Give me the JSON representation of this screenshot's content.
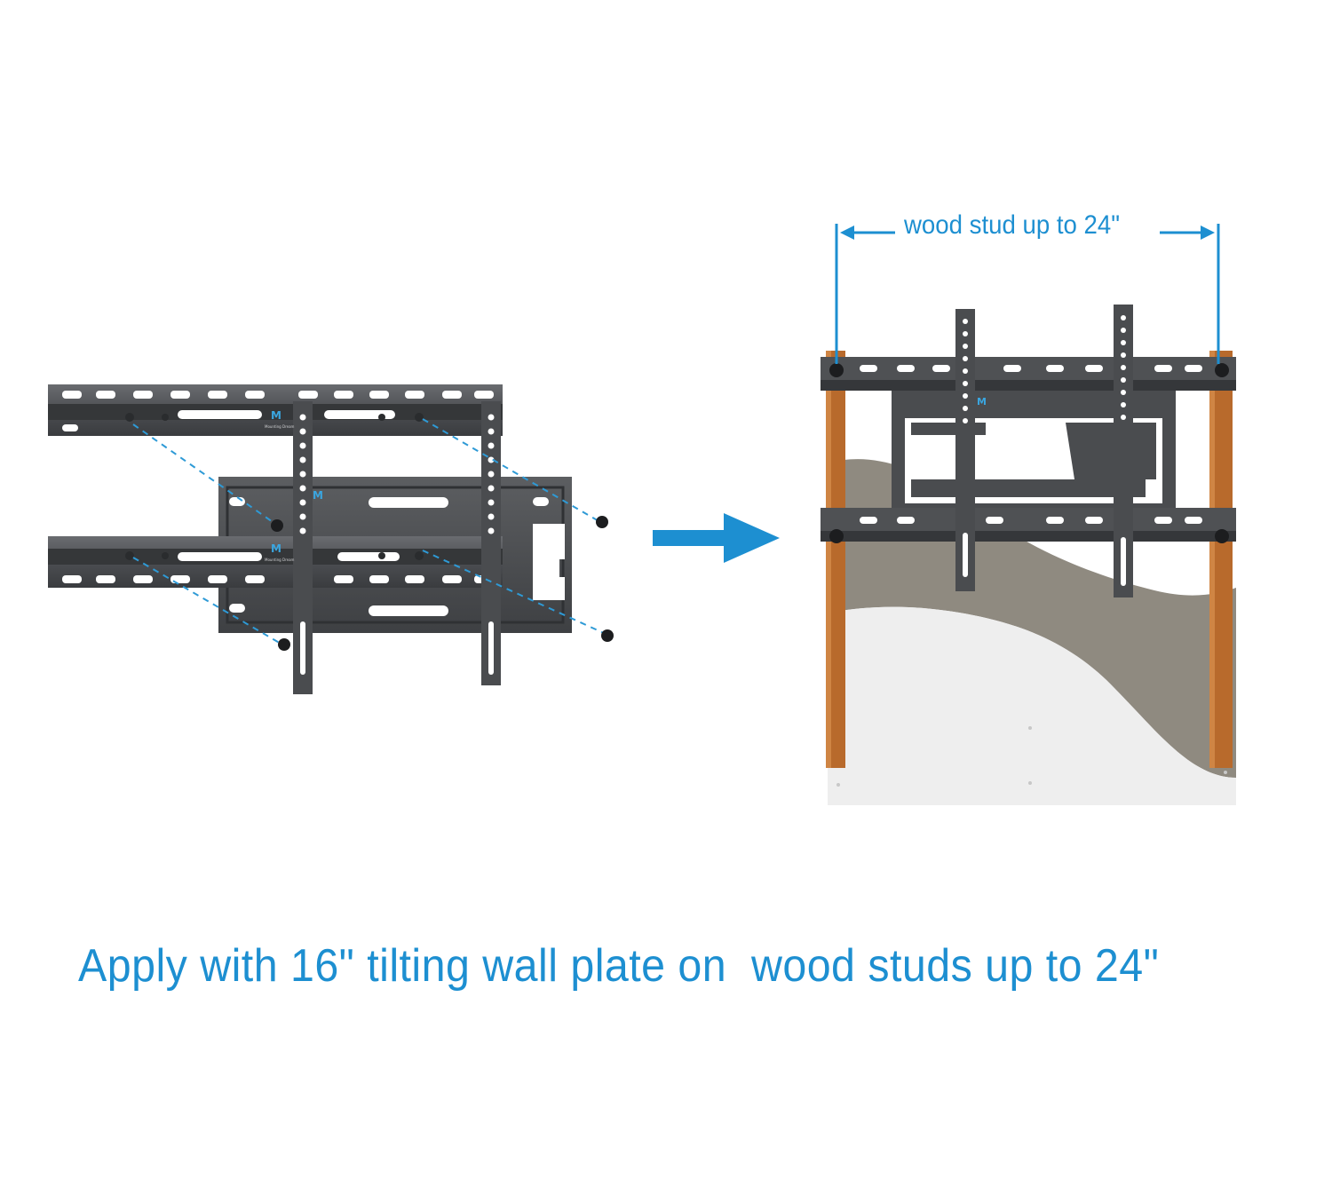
{
  "caption": "Apply with 16\" tilting wall plate on  wood studs up to 24\"",
  "measurement_label": "wood stud up to 24\"",
  "brand_logo": "Mounting Dream",
  "colors": {
    "accent": "#1d8fd1",
    "bracket": "#4a4c4f",
    "wood": "#b86a2c",
    "drywall": "#f0f0f0",
    "insulation": "#8f8a80"
  },
  "icons": [
    "arrow-right-icon",
    "bracket-exploded-illustration",
    "bracket-installed-illustration"
  ]
}
